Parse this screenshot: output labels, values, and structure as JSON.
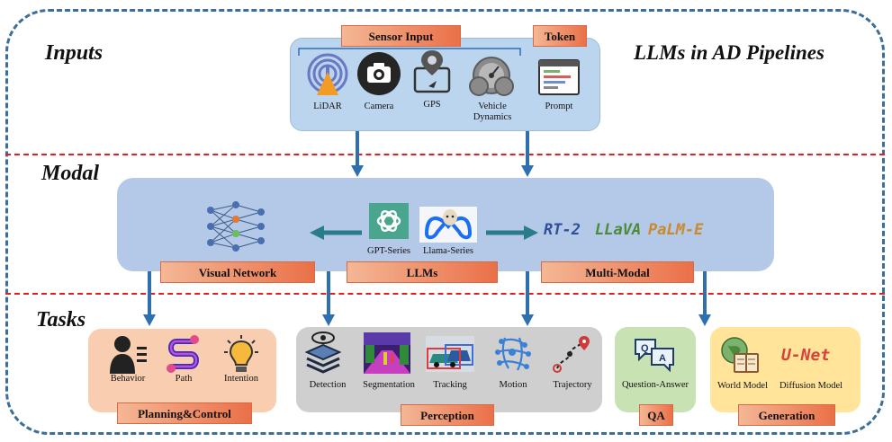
{
  "title": "LLMs in AD Pipelines",
  "sections": {
    "inputs": "Inputs",
    "modal": "Modal",
    "tasks": "Tasks"
  },
  "inputs": {
    "sensor_tag": "Sensor Input",
    "token_tag": "Token",
    "items": [
      "LiDAR",
      "Camera",
      "GPS",
      "Vehicle\nDynamics",
      "Prompt"
    ]
  },
  "modal": {
    "visual_network": "Visual Network",
    "llms": "LLMs",
    "multi_modal": "Multi-Modal",
    "gpt": "GPT-Series",
    "llama": "Llama-Series",
    "mm_models": [
      "RT-2",
      "LLaVA",
      "PaLM-E"
    ]
  },
  "tasks": {
    "planning": {
      "tag": "Planning&Control",
      "items": [
        "Behavior",
        "Path",
        "Intention"
      ]
    },
    "perception": {
      "tag": "Perception",
      "items": [
        "Detection",
        "Segmentation",
        "Tracking",
        "Motion",
        "Trajectory"
      ]
    },
    "qa": {
      "tag": "QA",
      "items": [
        "Question-Answer"
      ]
    },
    "generation": {
      "tag": "Generation",
      "items": [
        "World Model",
        "Diffusion Model"
      ],
      "unet": "U-Net"
    }
  },
  "colors": {
    "border": "#3b6e99",
    "separator": "#e02020",
    "input_box": "#bcd5ee",
    "modal_box": "#b4c8e8",
    "planning_box": "#f9cdb0",
    "perception_box": "#cfcfcf",
    "qa_box": "#c9e2b3",
    "generation_box": "#ffe49a",
    "arrow": "#2e6fb0"
  }
}
